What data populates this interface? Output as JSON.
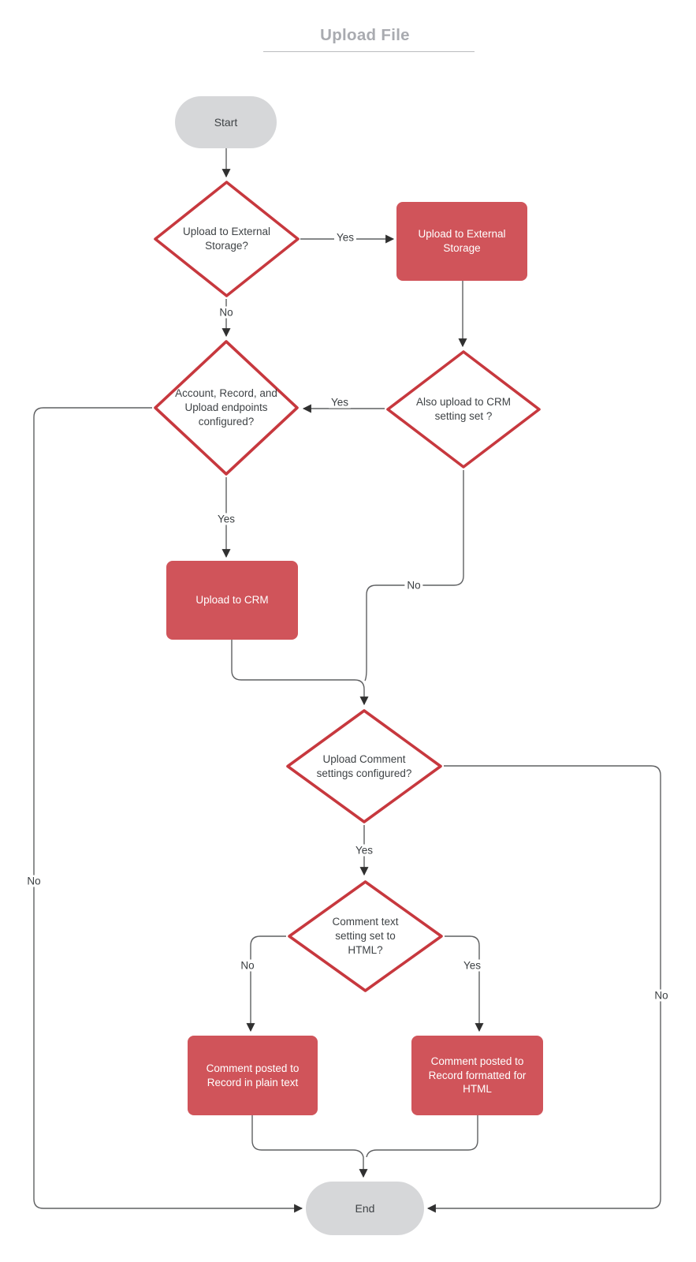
{
  "title": {
    "text": "Upload File"
  },
  "nodes": {
    "start": {
      "label": "Start",
      "type": "terminator"
    },
    "decision_external": {
      "label": "Upload to External Storage?",
      "type": "decision"
    },
    "process_external": {
      "label": "Upload to External Storage",
      "type": "process"
    },
    "decision_endpoints": {
      "label": "Account, Record, and Upload endpoints configured?",
      "type": "decision"
    },
    "decision_also_crm": {
      "label": "Also upload to CRM setting set ?",
      "type": "decision"
    },
    "process_crm": {
      "label": "Upload to CRM",
      "type": "process"
    },
    "decision_comment_settings": {
      "label": "Upload Comment settings configured?",
      "type": "decision"
    },
    "decision_comment_html": {
      "label": "Comment text setting set to HTML?",
      "type": "decision"
    },
    "process_plain_text": {
      "label": "Comment posted to Record in plain text",
      "type": "process"
    },
    "process_html": {
      "label": "Comment posted to Record formatted for HTML",
      "type": "process"
    },
    "end": {
      "label": "End",
      "type": "terminator"
    }
  },
  "edge_labels": {
    "external_yes": "Yes",
    "external_no": "No",
    "also_crm_yes": "Yes",
    "also_crm_no": "No",
    "endpoints_yes": "Yes",
    "endpoints_no": "No",
    "comment_settings_yes": "Yes",
    "comment_settings_no": "No",
    "comment_html_no": "No",
    "comment_html_yes": "Yes"
  },
  "colors": {
    "process_fill": "#d0545a",
    "decision_stroke": "#c7383e",
    "terminator_fill": "#d6d7d9",
    "connector": "#5f6062",
    "arrowhead": "#303030",
    "title_text": "#a9abb0",
    "node_text": "#3f4346",
    "process_text": "#ffffff"
  }
}
